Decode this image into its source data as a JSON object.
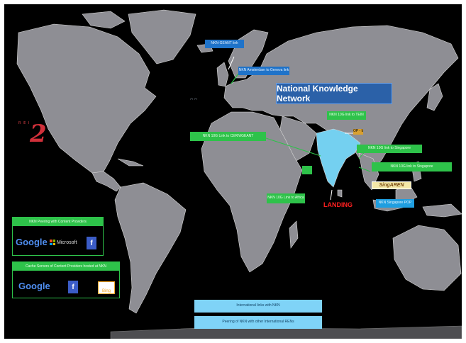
{
  "brand": {
    "prefix": "R E I",
    "mark": "2"
  },
  "title": "National Knowledge Network",
  "labels": {
    "link_europe_top": "NKN-GEANT link",
    "link_amsterdam": "NKN Amsterdam to Geneva link",
    "link_mumbai_pop": "NKN POP - Mumbai",
    "link_geneva_cern": "NKN 10G Link to CERN/GEANT",
    "link_china": "NKN 10G link to TEIN",
    "link_singapore_a": "NKN 10G link to Singapore",
    "link_singapore_b": "NKN 10G link to Singapore",
    "link_africa": "NKN 10G Link to Africa",
    "link_singapore_c": "NKN Singapore POP",
    "intl_links": "International links with NKN",
    "peering": "Peering of NKN with other International RENs"
  },
  "panels": {
    "peering_caption": "NKN Peering with Content Providers",
    "cache_caption": "Cache Servers of Content Providers hosted at NKN"
  },
  "logos": {
    "google": "Google",
    "microsoft": "Microsoft",
    "facebook": "f",
    "bing": "Bing",
    "singaren": "SingAREN"
  },
  "colors": {
    "ocean": "#000000",
    "land": "#8e8e94",
    "india": "#74d0f0",
    "label_green": "#2ec24a",
    "label_blue": "#1f73c9",
    "label_sky": "#7fd3f7",
    "title_bg": "#2b61a8",
    "brand_red": "#d0303a"
  }
}
